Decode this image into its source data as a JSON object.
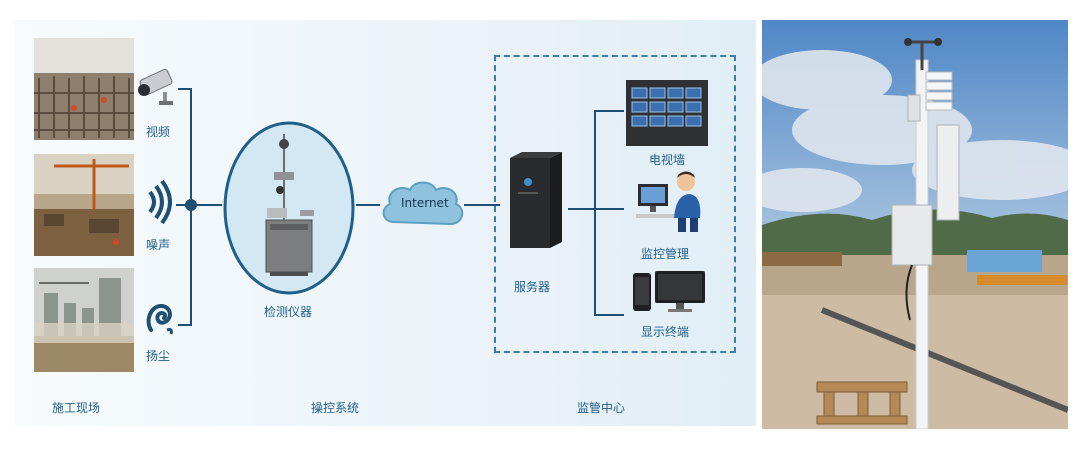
{
  "labels": {
    "video": "视频",
    "noise": "噪声",
    "dust": "扬尘",
    "detector": "检测仪器",
    "internet": "Internet",
    "server": "服务器",
    "videowall": "电视墙",
    "monitor_mgmt": "监控管理",
    "display_terminal": "显示终端"
  },
  "sections": {
    "site": "施工现场",
    "control": "操控系统",
    "center": "监管中心"
  },
  "colors": {
    "label_blue": "#1f5f8a",
    "wire": "#1f4f72",
    "dashed_box": "#3c7fa6",
    "circle_fill": "#d3e8f3",
    "circle_stroke": "#1f5f8a",
    "cloud_fill": "#8fc3dd"
  },
  "icons": [
    "camera-icon",
    "sound-wave-icon",
    "dust-icon",
    "detector-device",
    "cloud-icon",
    "server-icon",
    "video-wall-icon",
    "operator-icon",
    "phone-icon",
    "monitor-icon"
  ]
}
